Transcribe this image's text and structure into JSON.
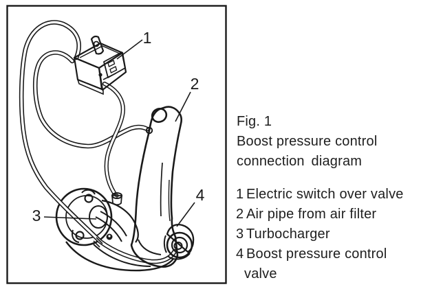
{
  "figure": {
    "fig_label": "Fig. 1",
    "caption_line1": "Boost pressure control",
    "caption_line2": "connection diagram",
    "legend": [
      {
        "num": "1",
        "label": "Electric switch over valve"
      },
      {
        "num": "2",
        "label": "Air pipe from air filter"
      },
      {
        "num": "3",
        "label": "Turbocharger"
      },
      {
        "num": "4",
        "label": "Boost pressure control",
        "label_wrap": "valve"
      }
    ],
    "callouts": {
      "c1": "1",
      "c2": "2",
      "c3": "3",
      "c4": "4"
    },
    "colors": {
      "ink": "#1a1a1a",
      "background": "#ffffff"
    }
  }
}
